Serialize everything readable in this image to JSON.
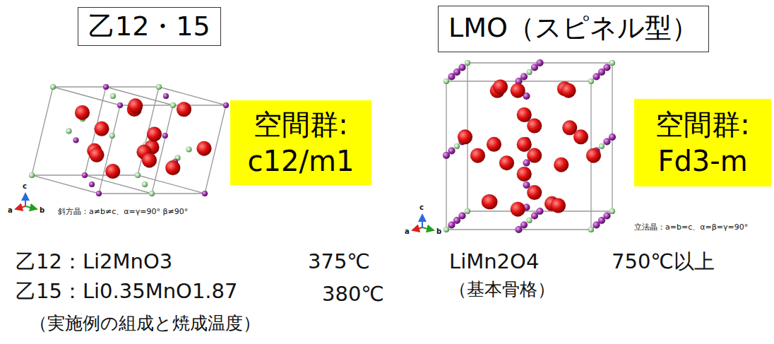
{
  "diagram": {
    "nodes": [
      {
        "text": [
          "乙12・15"
        ]
      },
      {
        "text": [
          "LMO（スピネル型）"
        ]
      },
      {
        "text": [
          "空間群: c12/m1"
        ]
      },
      {
        "text": [
          "空間群: Fd3-m"
        ]
      }
    ],
    "labels": [
      "斜方晶：a≠b≠c、α=γ=90° β≠90°",
      "立法晶：a=b=c、α=β=γ=90°",
      "乙12：Li2MnO3",
      "375℃",
      "乙15：Li0.35MnO1.87",
      "380℃",
      "（実施例の組成と焼成温度）",
      "LiMn2O4",
      "750℃以上",
      "（基本骨格）",
      "c",
      "a",
      "b",
      "c",
      "a",
      "b"
    ]
  }
}
